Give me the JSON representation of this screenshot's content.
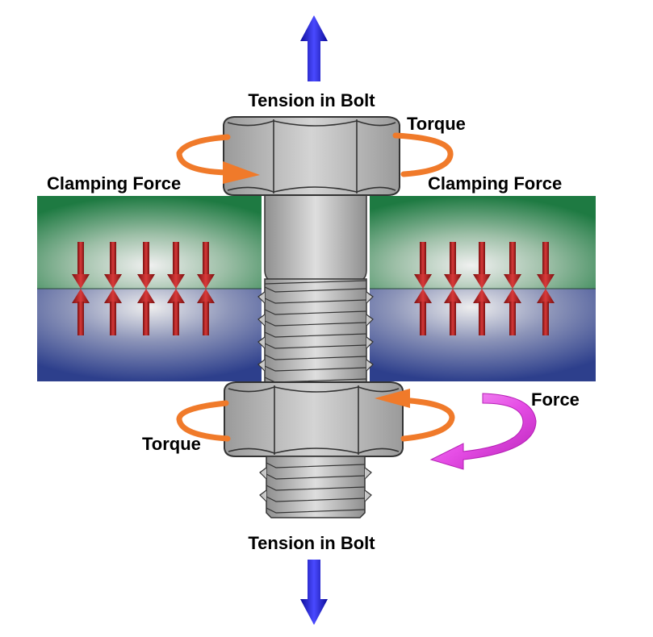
{
  "labels": {
    "tension_top": "Tension in Bolt",
    "tension_bottom": "Tension in Bolt",
    "torque_top": "Torque",
    "torque_bottom": "Torque",
    "clamping_left": "Clamping Force",
    "clamping_right": "Clamping Force",
    "force": "Force"
  },
  "colors": {
    "tension_arrow": "#1a1ae6",
    "torque_arrow": "#f07a2a",
    "force_arrow": "#e64ee6",
    "clamp_arrow": "#a51c1c",
    "upper_plate": "#1e7a42",
    "lower_plate": "#2d3f8c",
    "steel": "#b9b9b9",
    "outline": "#333333"
  },
  "icons": {
    "tension": "up-down-arrow-icon",
    "torque": "curved-arrow-icon",
    "clamp": "double-arrow-icon",
    "force": "curved-arrow-icon"
  }
}
